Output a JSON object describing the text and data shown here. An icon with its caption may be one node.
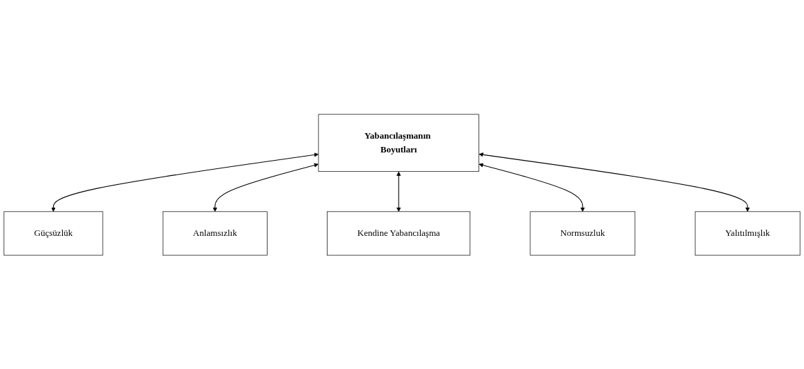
{
  "diagram": {
    "nodes": [
      {
        "text": [
          "Güçsüzlük"
        ]
      },
      {
        "text": [
          "Anlamsızlık"
        ]
      },
      {
        "text": [
          "Yabancılaşmanın Boyutları"
        ]
      },
      {
        "text": [
          "Kendine Yabancılaşma"
        ]
      },
      {
        "text": [
          "Normsuzluk"
        ]
      },
      {
        "text": [
          "Yalıtılmışlık"
        ]
      }
    ],
    "edges": [
      {
        "from": 2,
        "to": 0,
        "arrow": "both"
      },
      {
        "from": 2,
        "to": 1,
        "arrow": "both"
      },
      {
        "from": 2,
        "to": 3,
        "arrow": "both"
      },
      {
        "from": 2,
        "to": 4,
        "arrow": "both"
      },
      {
        "from": 2,
        "to": 5,
        "arrow": "both"
      }
    ]
  }
}
